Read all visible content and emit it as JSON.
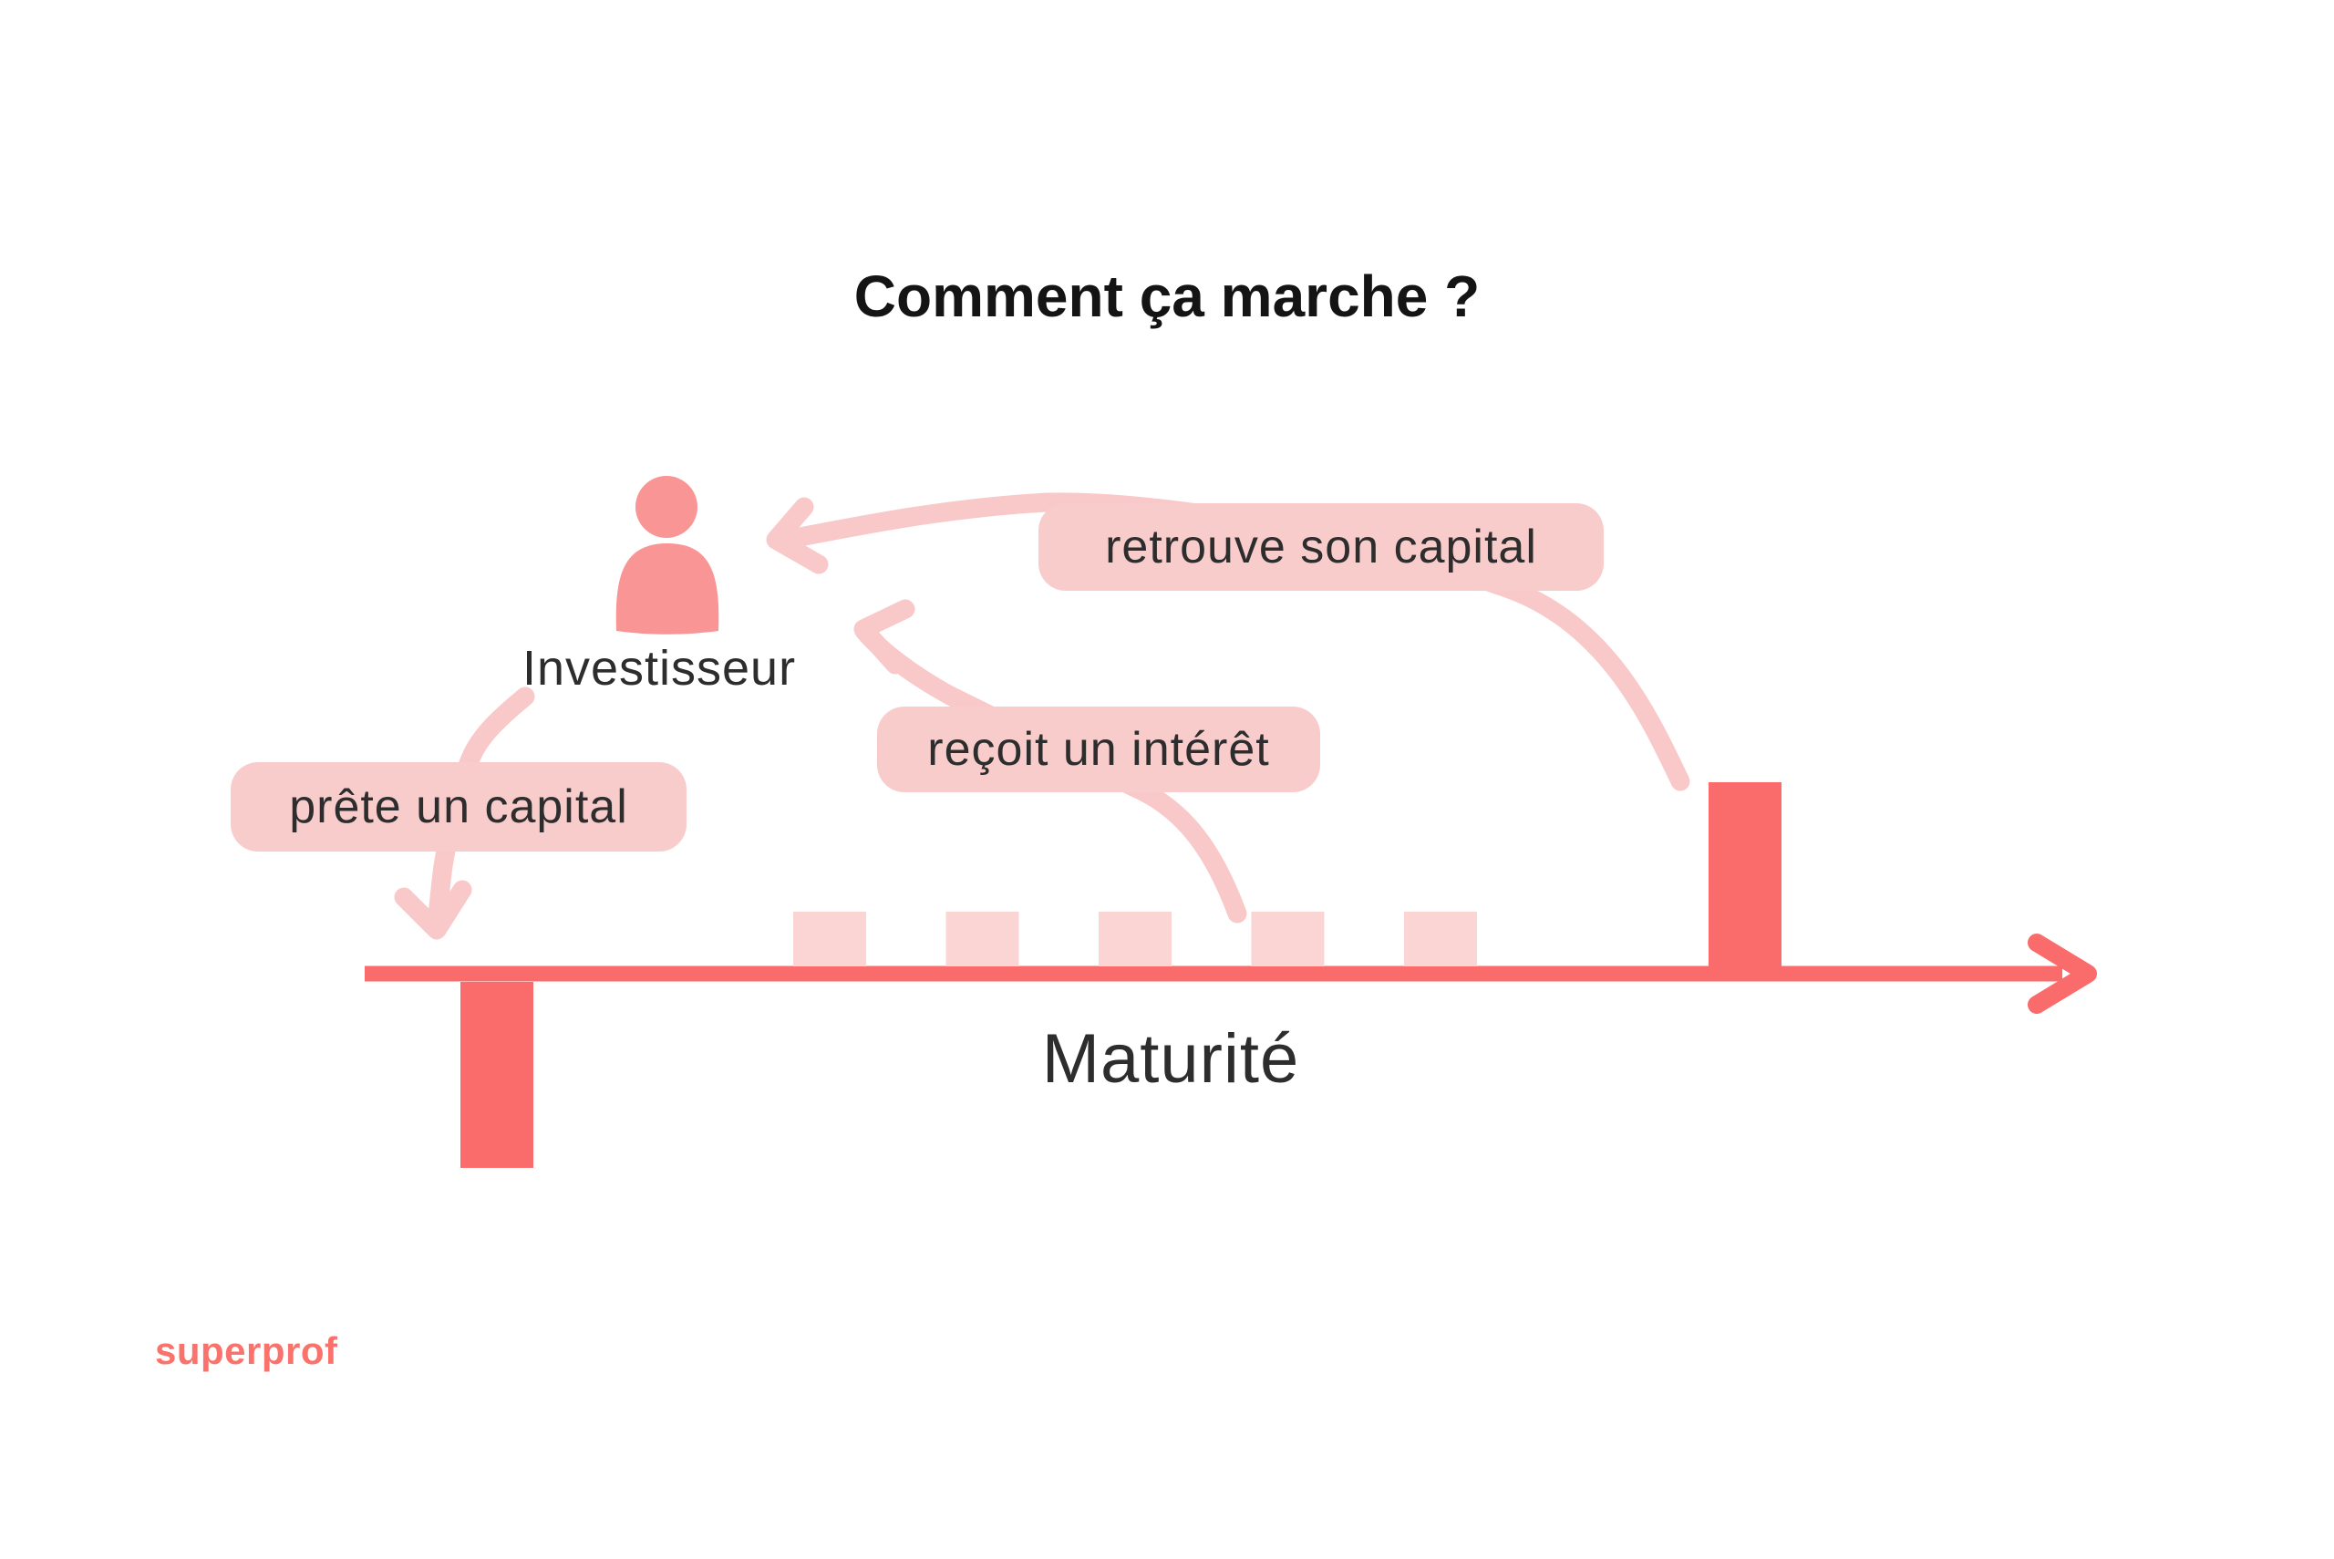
{
  "page": {
    "title": "Comment ça marche ?"
  },
  "investor": {
    "label": "Investisseur",
    "icon": "person-icon"
  },
  "annotations": {
    "lend": {
      "label": "prête un capital"
    },
    "interest": {
      "label": "reçoit un intérêt"
    },
    "recover": {
      "label": "retrouve son capital"
    }
  },
  "timeline": {
    "axis_label": "Maturité",
    "initial_outflow_bars": 1,
    "coupon_bars": 5,
    "final_inflow_bars": 1
  },
  "footer": {
    "logo": "superprof"
  },
  "colors": {
    "accent_red": "#FA6C6C",
    "person_pink": "#F99595",
    "arrow_pink": "#F9C9C9",
    "bubble_pink": "#F9CCCC",
    "coupon_pink": "#FBD4D4",
    "logo_coral": "#F9726B",
    "text_dark": "#2D2D2D",
    "title_black": "#141414",
    "background": "#FFFFFF"
  }
}
